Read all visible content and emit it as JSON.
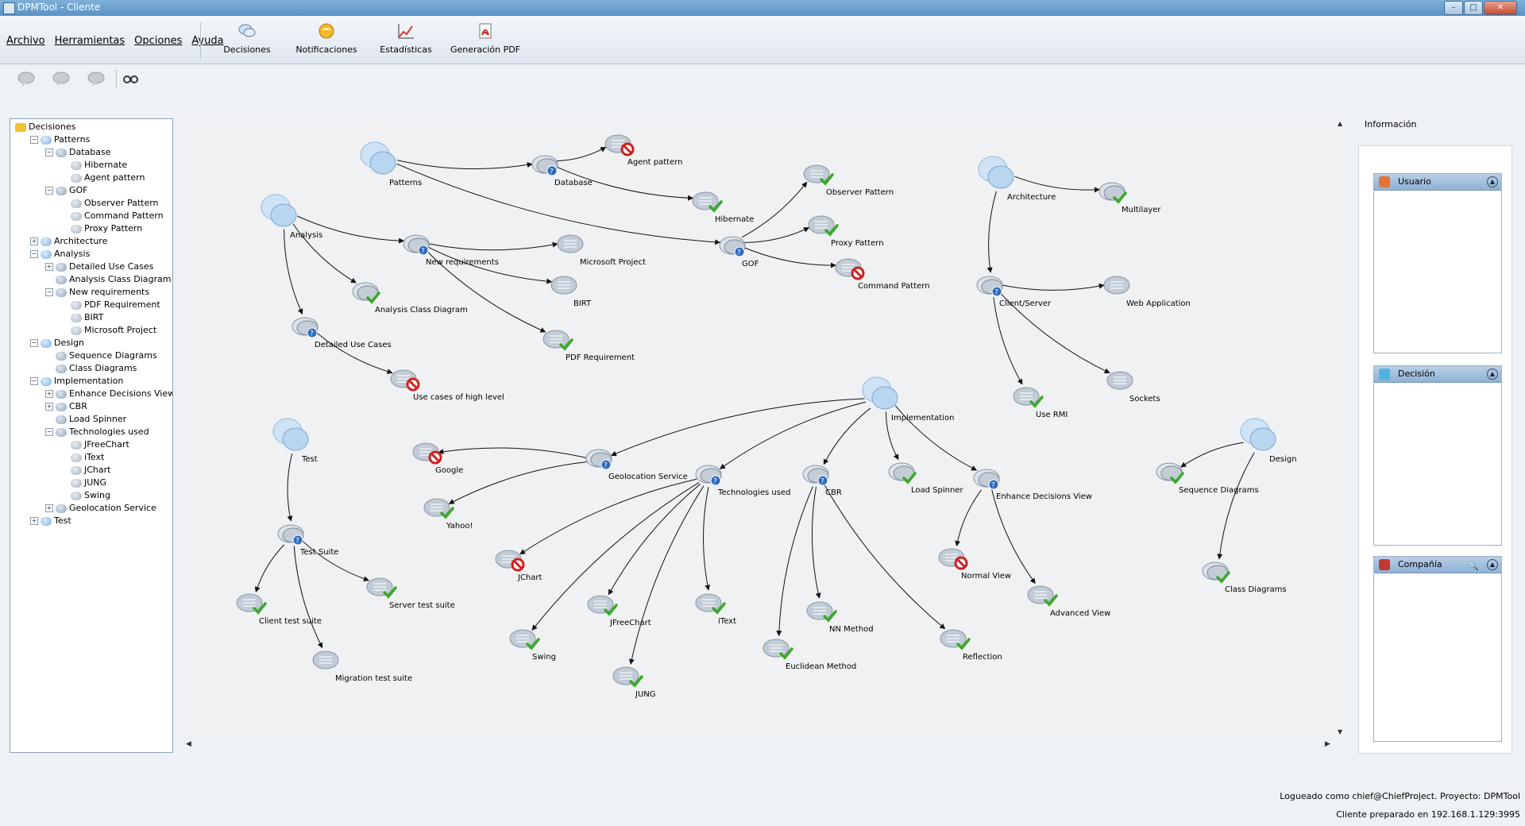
{
  "window": {
    "title": "DPMTool - Cliente",
    "buttons": [
      "–",
      "□",
      "✕"
    ]
  },
  "menu": [
    "Archivo",
    "Herramientas",
    "Opciones",
    "Ayuda"
  ],
  "toolbar": [
    {
      "label": "Decisiones",
      "icon": "decisions-icon"
    },
    {
      "label": "Notificaciones",
      "icon": "notifications-icon"
    },
    {
      "label": "Estadísticas",
      "icon": "statistics-icon"
    },
    {
      "label": "Generación PDF",
      "icon": "pdf-icon"
    }
  ],
  "secondary_toolbar": [
    "add-decision-icon",
    "edit-decision-icon",
    "delete-decision-icon",
    "view-icon"
  ],
  "tree": [
    {
      "label": "Decisiones",
      "kind": "root",
      "depth": 0,
      "exp": ""
    },
    {
      "label": "Patterns",
      "kind": "cat",
      "depth": 1,
      "exp": "−"
    },
    {
      "label": "Database",
      "kind": "dec",
      "depth": 2,
      "exp": "−"
    },
    {
      "label": "Hibernate",
      "kind": "alt",
      "depth": 3,
      "exp": ""
    },
    {
      "label": "Agent pattern",
      "kind": "alt",
      "depth": 3,
      "exp": ""
    },
    {
      "label": "GOF",
      "kind": "dec",
      "depth": 2,
      "exp": "−"
    },
    {
      "label": "Observer Pattern",
      "kind": "alt",
      "depth": 3,
      "exp": ""
    },
    {
      "label": "Command Pattern",
      "kind": "alt",
      "depth": 3,
      "exp": ""
    },
    {
      "label": "Proxy Pattern",
      "kind": "alt",
      "depth": 3,
      "exp": ""
    },
    {
      "label": "Architecture",
      "kind": "cat",
      "depth": 1,
      "exp": "+"
    },
    {
      "label": "Analysis",
      "kind": "cat",
      "depth": 1,
      "exp": "−"
    },
    {
      "label": "Detailed Use Cases",
      "kind": "dec",
      "depth": 2,
      "exp": "+"
    },
    {
      "label": "Analysis Class Diagram",
      "kind": "dec",
      "depth": 2,
      "exp": ""
    },
    {
      "label": "New requirements",
      "kind": "dec",
      "depth": 2,
      "exp": "−"
    },
    {
      "label": "PDF Requirement",
      "kind": "alt",
      "depth": 3,
      "exp": ""
    },
    {
      "label": "BIRT",
      "kind": "alt",
      "depth": 3,
      "exp": ""
    },
    {
      "label": "Microsoft Project",
      "kind": "alt",
      "depth": 3,
      "exp": ""
    },
    {
      "label": "Design",
      "kind": "cat",
      "depth": 1,
      "exp": "−"
    },
    {
      "label": "Sequence Diagrams",
      "kind": "dec",
      "depth": 2,
      "exp": ""
    },
    {
      "label": "Class Diagrams",
      "kind": "dec",
      "depth": 2,
      "exp": ""
    },
    {
      "label": "Implementation",
      "kind": "cat",
      "depth": 1,
      "exp": "−"
    },
    {
      "label": "Enhance Decisions View",
      "kind": "dec",
      "depth": 2,
      "exp": "+"
    },
    {
      "label": "CBR",
      "kind": "dec",
      "depth": 2,
      "exp": "+"
    },
    {
      "label": "Load Spinner",
      "kind": "dec",
      "depth": 2,
      "exp": ""
    },
    {
      "label": "Technologies used",
      "kind": "dec",
      "depth": 2,
      "exp": "−"
    },
    {
      "label": "JFreeChart",
      "kind": "alt",
      "depth": 3,
      "exp": ""
    },
    {
      "label": "iText",
      "kind": "alt",
      "depth": 3,
      "exp": ""
    },
    {
      "label": "JChart",
      "kind": "alt",
      "depth": 3,
      "exp": ""
    },
    {
      "label": "JUNG",
      "kind": "alt",
      "depth": 3,
      "exp": ""
    },
    {
      "label": "Swing",
      "kind": "alt",
      "depth": 3,
      "exp": ""
    },
    {
      "label": "Geolocation Service",
      "kind": "dec",
      "depth": 2,
      "exp": "+"
    },
    {
      "label": "Test",
      "kind": "cat",
      "depth": 1,
      "exp": "+"
    }
  ],
  "graph": {
    "nodes": [
      {
        "id": "patterns",
        "label": "Patterns",
        "kind": "cat"
      },
      {
        "id": "database",
        "label": "Database",
        "kind": "dec"
      },
      {
        "id": "agent",
        "label": "Agent pattern",
        "kind": "rej"
      },
      {
        "id": "hibernate",
        "label": "Hibernate",
        "kind": "ok"
      },
      {
        "id": "gof",
        "label": "GOF",
        "kind": "dec"
      },
      {
        "id": "observer",
        "label": "Observer Pattern",
        "kind": "ok"
      },
      {
        "id": "proxy",
        "label": "Proxy Pattern",
        "kind": "ok"
      },
      {
        "id": "command",
        "label": "Command Pattern",
        "kind": "rej"
      },
      {
        "id": "analysis",
        "label": "Analysis",
        "kind": "cat"
      },
      {
        "id": "newreq",
        "label": "New requirements",
        "kind": "dec"
      },
      {
        "id": "msproject",
        "label": "Microsoft Project",
        "kind": "alt"
      },
      {
        "id": "birt",
        "label": "BIRT",
        "kind": "alt"
      },
      {
        "id": "pdfreq",
        "label": "PDF Requirement",
        "kind": "ok"
      },
      {
        "id": "acd",
        "label": "Analysis Class Diagram",
        "kind": "decok"
      },
      {
        "id": "duc",
        "label": "Detailed Use Cases",
        "kind": "dec"
      },
      {
        "id": "uchl",
        "label": "Use cases of high level",
        "kind": "rej"
      },
      {
        "id": "architecture",
        "label": "Architecture",
        "kind": "cat"
      },
      {
        "id": "multilayer",
        "label": "Multilayer",
        "kind": "decok"
      },
      {
        "id": "clientserver",
        "label": "Client/Server",
        "kind": "dec"
      },
      {
        "id": "webapp",
        "label": "Web Application",
        "kind": "alt"
      },
      {
        "id": "userml",
        "label": "Use RMI",
        "kind": "ok"
      },
      {
        "id": "sockets",
        "label": "Sockets",
        "kind": "alt"
      },
      {
        "id": "implementation",
        "label": "Implementation",
        "kind": "cat"
      },
      {
        "id": "geo",
        "label": "Geolocation Service",
        "kind": "dec"
      },
      {
        "id": "google",
        "label": "Google",
        "kind": "rej"
      },
      {
        "id": "yahoo",
        "label": "Yahoo!",
        "kind": "ok"
      },
      {
        "id": "tech",
        "label": "Technologies used",
        "kind": "dec"
      },
      {
        "id": "jchart",
        "label": "JChart",
        "kind": "rej"
      },
      {
        "id": "swing",
        "label": "Swing",
        "kind": "ok"
      },
      {
        "id": "jfree",
        "label": "JFreeChart",
        "kind": "ok"
      },
      {
        "id": "jung",
        "label": "JUNG",
        "kind": "ok"
      },
      {
        "id": "itext",
        "label": "iText",
        "kind": "ok"
      },
      {
        "id": "cbr",
        "label": "CBR",
        "kind": "dec"
      },
      {
        "id": "euclid",
        "label": "Euclidean Method",
        "kind": "ok"
      },
      {
        "id": "nn",
        "label": "NN Method",
        "kind": "ok"
      },
      {
        "id": "reflection",
        "label": "Reflection",
        "kind": "ok"
      },
      {
        "id": "spinner",
        "label": "Load Spinner",
        "kind": "decok"
      },
      {
        "id": "edv",
        "label": "Enhance Decisions View",
        "kind": "dec"
      },
      {
        "id": "normal",
        "label": "Normal View",
        "kind": "rej"
      },
      {
        "id": "advanced",
        "label": "Advanced View",
        "kind": "ok"
      },
      {
        "id": "design",
        "label": "Design",
        "kind": "cat"
      },
      {
        "id": "seq",
        "label": "Sequence Diagrams",
        "kind": "decok"
      },
      {
        "id": "cls",
        "label": "Class Diagrams",
        "kind": "decok"
      },
      {
        "id": "test",
        "label": "Test",
        "kind": "cat"
      },
      {
        "id": "suite",
        "label": "Test Suite",
        "kind": "dec"
      },
      {
        "id": "clientsuite",
        "label": "Client test suite",
        "kind": "ok"
      },
      {
        "id": "serversuite",
        "label": "Server test suite",
        "kind": "ok"
      },
      {
        "id": "migration",
        "label": "Migration test suite",
        "kind": "alt"
      }
    ],
    "edges": [
      [
        "patterns",
        "database"
      ],
      [
        "database",
        "agent"
      ],
      [
        "database",
        "hibernate"
      ],
      [
        "patterns",
        "gof"
      ],
      [
        "gof",
        "observer"
      ],
      [
        "gof",
        "proxy"
      ],
      [
        "gof",
        "command"
      ],
      [
        "analysis",
        "newreq"
      ],
      [
        "newreq",
        "msproject"
      ],
      [
        "newreq",
        "birt"
      ],
      [
        "newreq",
        "pdfreq"
      ],
      [
        "analysis",
        "acd"
      ],
      [
        "analysis",
        "duc"
      ],
      [
        "duc",
        "uchl"
      ],
      [
        "architecture",
        "multilayer"
      ],
      [
        "architecture",
        "clientserver"
      ],
      [
        "clientserver",
        "webapp"
      ],
      [
        "clientserver",
        "userml"
      ],
      [
        "clientserver",
        "sockets"
      ],
      [
        "implementation",
        "geo"
      ],
      [
        "geo",
        "google"
      ],
      [
        "geo",
        "yahoo"
      ],
      [
        "implementation",
        "tech"
      ],
      [
        "tech",
        "jchart"
      ],
      [
        "tech",
        "swing"
      ],
      [
        "tech",
        "jfree"
      ],
      [
        "tech",
        "jung"
      ],
      [
        "tech",
        "itext"
      ],
      [
        "implementation",
        "cbr"
      ],
      [
        "cbr",
        "euclid"
      ],
      [
        "cbr",
        "nn"
      ],
      [
        "cbr",
        "reflection"
      ],
      [
        "implementation",
        "spinner"
      ],
      [
        "implementation",
        "edv"
      ],
      [
        "edv",
        "normal"
      ],
      [
        "edv",
        "advanced"
      ],
      [
        "design",
        "seq"
      ],
      [
        "design",
        "cls"
      ],
      [
        "test",
        "suite"
      ],
      [
        "suite",
        "clientsuite"
      ],
      [
        "suite",
        "serversuite"
      ],
      [
        "suite",
        "migration"
      ]
    ]
  },
  "info": {
    "title": "Información",
    "panels": [
      {
        "label": "Usuario",
        "icon": "user-icon"
      },
      {
        "label": "Decisión",
        "icon": "decision-icon"
      },
      {
        "label": "Compañía",
        "icon": "company-icon"
      }
    ]
  },
  "status": {
    "login": "Logueado como  chief@ChiefProject.   Proyecto: DPMTool",
    "client": "Cliente preparado en  192.168.1.129:3995"
  }
}
